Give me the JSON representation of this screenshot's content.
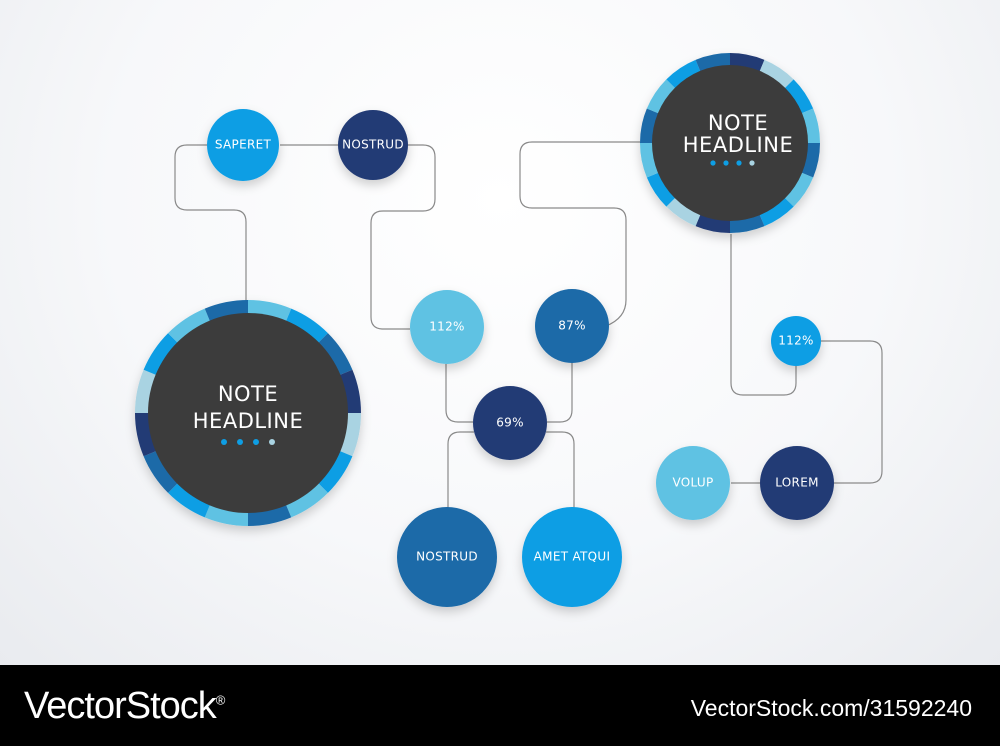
{
  "colors": {
    "light_blue": "#5fc2e3",
    "sky_blue": "#0e9ee4",
    "mid_blue": "#1b6aa8",
    "navy": "#243b75",
    "dark_core": "#3c3c3c",
    "line": "#8a8a8a",
    "ring_pale": "#a9d3e2"
  },
  "diagram": {
    "left_note": {
      "line1": "NOTE",
      "line2": "HEADLINE"
    },
    "right_note": {
      "line1": "NOTE",
      "line2": "HEADLINE"
    },
    "nodes": {
      "saperet": "SAPERET",
      "nostrud_top": "NOSTRUD",
      "pct_112_center": "112%",
      "pct_87": "87%",
      "pct_69": "69%",
      "nostrud_bottom": "NOSTRUD",
      "amet_atqui": "AMET ATQUI",
      "pct_112_right": "112%",
      "volup": "VOLUP",
      "lorem": "LOREM"
    }
  },
  "footer": {
    "brand": "VectorStock",
    "registered": "®",
    "stock_id": "VectorStock.com/31592240"
  }
}
